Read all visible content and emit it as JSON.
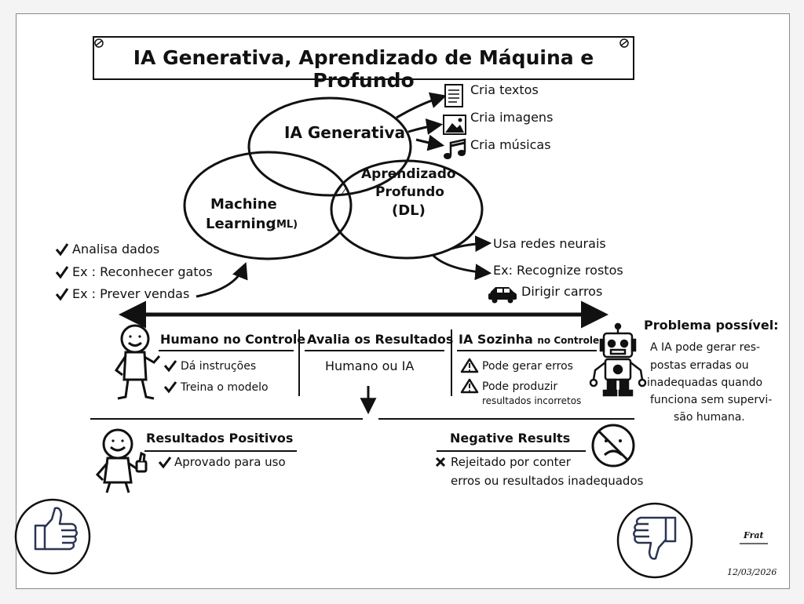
{
  "title": "IA Generativa, Aprendizado de Máquina e Profundo",
  "venn": {
    "gen": "IA Generativa",
    "ml_1": "Machine",
    "ml_2": "Learning",
    "ml_abbr": "(ML)",
    "dl_1": "Aprendizado",
    "dl_2": "Profundo",
    "dl_3": "(DL)"
  },
  "outputs": [
    "Cria textos",
    "Cria imagens",
    "Cria músicas"
  ],
  "dl_notes": {
    "neural": "Usa redes neurais",
    "faces": "Ex: Recognize rostos",
    "cars": "Dirigir carros"
  },
  "ml_notes": [
    "Analisa dados",
    "Ex : Reconhecer gatos",
    "Ex : Prever vendas"
  ],
  "columns": {
    "human": {
      "title": "Humano no Controle",
      "items": [
        "Dá instruções",
        "Treina o modelo"
      ]
    },
    "eval": {
      "title": "Avalia os Resultados",
      "body": "Humano ou IA"
    },
    "ai": {
      "title_main": "IA Sozinha",
      "title_small": "no Controle",
      "items": [
        "Pode gerar erros",
        "Pode produzir"
      ],
      "items_extra": "resultados incorretos"
    }
  },
  "problem": {
    "title": "Problema possível:",
    "lines": [
      "A IA pode gerar res-",
      "postas erradas ou",
      "inadequadas quando",
      "funciona sem supervi-",
      "são humana."
    ]
  },
  "positive": {
    "title": "Resultados Positivos",
    "item": "Aprovado para uso"
  },
  "negative": {
    "title": "Negative Results",
    "line1": "Rejeitado por conter",
    "line2": "erros ou resultados inadequados"
  },
  "signature": {
    "name": "Frat",
    "date": "12/03/2026"
  },
  "icons": {
    "check": "check-icon",
    "warning": "warning-icon",
    "cross": "cross-icon",
    "thumbs_up": "thumbs-up-icon",
    "thumbs_down": "thumbs-down-icon"
  }
}
